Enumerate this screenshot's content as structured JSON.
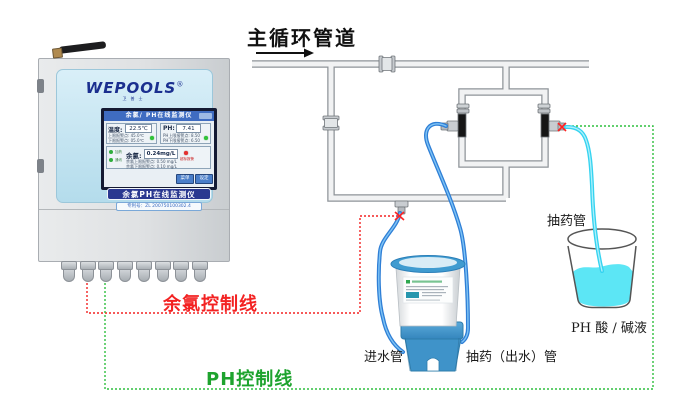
{
  "labels": {
    "main_pipe": "主循环管道",
    "inlet": "进水管",
    "outlet": "抽药（出水）管",
    "suction": "抽药管",
    "beaker": "PH 酸 / 碱液",
    "cl_line": "余氯控制线",
    "ph_line": "PH控制线"
  },
  "device": {
    "brand": "WEPOOLS",
    "brand_reg": "®",
    "brand_sub": "卫普士",
    "name_bar": "余氯PH在线监测仪",
    "patent": "专利号：ZL 200750100302.4",
    "screen": {
      "header": "余氯/ PH在线监测仪",
      "temp_label": "温度:",
      "temp_value": "22.5℃",
      "ph_label": "PH:",
      "ph_value": "7.41",
      "cl_label": "余氯:",
      "cl_value": "0.24mg/L",
      "temp_alarms": [
        "上限报警点: 45.0℃",
        "下限报警点: 05.0℃"
      ],
      "ph_alarms": [
        "PH上限报警点: 8.50",
        "PH下限报警点: 6.50"
      ],
      "cl_alarms": [
        "余氯上限报警点: 0.50 mg/L",
        "余氯下限报警点: 0.10 mg/L"
      ],
      "status": [
        "加药",
        "通讯"
      ],
      "alarm_tag": "超标报警",
      "buttons": [
        "菜单",
        "设定"
      ]
    }
  },
  "colors": {
    "accent_red": "#f32222",
    "accent_green": "#1ea32e",
    "tube_blue": "#2f7fd6",
    "tube_cyan": "#35d3f0",
    "liquid_cyan": "#5ce6f5",
    "pump_blue": "#3f96cf",
    "screen_header_blue": "#3f6cc1",
    "brand_blue": "#1b2f8f"
  }
}
